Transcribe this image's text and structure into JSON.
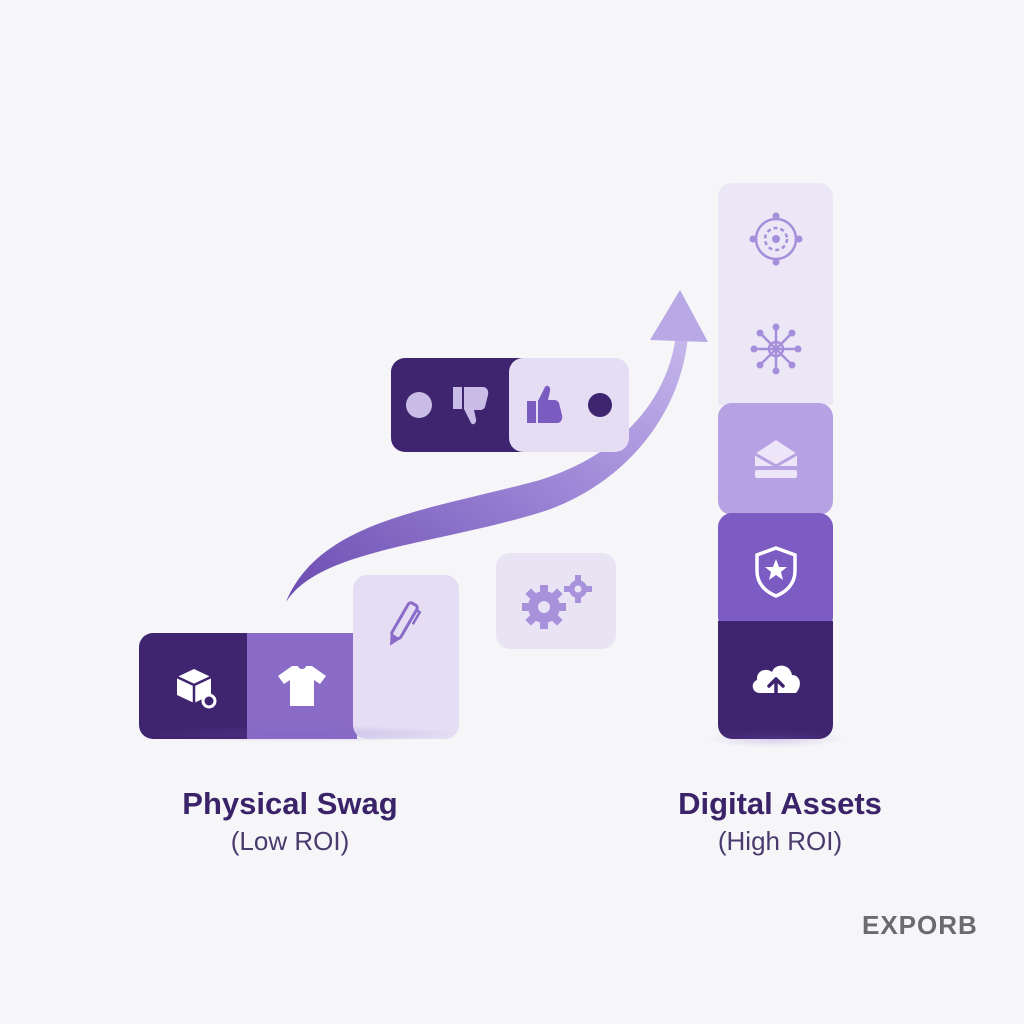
{
  "left_label": {
    "title": "Physical Swag",
    "subtitle": "(Low ROI)"
  },
  "right_label": {
    "title": "Digital Assets",
    "subtitle": "(High ROI)"
  },
  "brand": {
    "text": "EXPORB"
  },
  "left_icons": [
    "box-tag-icon",
    "tshirt-icon",
    "pen-icon"
  ],
  "toggle_icons": [
    "thumbs-down-icon",
    "thumbs-up-icon"
  ],
  "floating_icon": "gears-icon",
  "right_icons": [
    "target-icon",
    "network-icon",
    "envelope-icon",
    "shield-star-icon",
    "cloud-upload-icon"
  ],
  "colors": {
    "dark": "#3f2470",
    "mid": "#8a6cc8",
    "light": "#e4ddf3",
    "text_dark": "#3a2368",
    "arrow": "#8a6cc8",
    "background": "#f6f6f8"
  }
}
